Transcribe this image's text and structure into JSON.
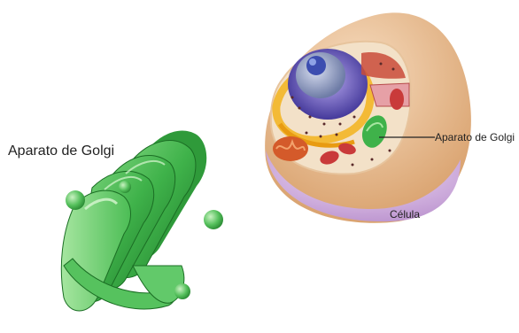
{
  "labels": {
    "golgi_title": "Aparato de Golgi",
    "golgi_pointer": "Aparato de Golgi",
    "cell": "Célula"
  },
  "colors": {
    "golgi_green": "#3fb24a",
    "golgi_dark": "#1e7a2a",
    "cytoplasm": "#e8b98a",
    "membrane": "#c9a6d8",
    "nucleus": "#6a5fc0",
    "nucleolus": "#8b96b8",
    "er_yellow": "#f2b31c",
    "mitochondria": "#d45a2a"
  }
}
